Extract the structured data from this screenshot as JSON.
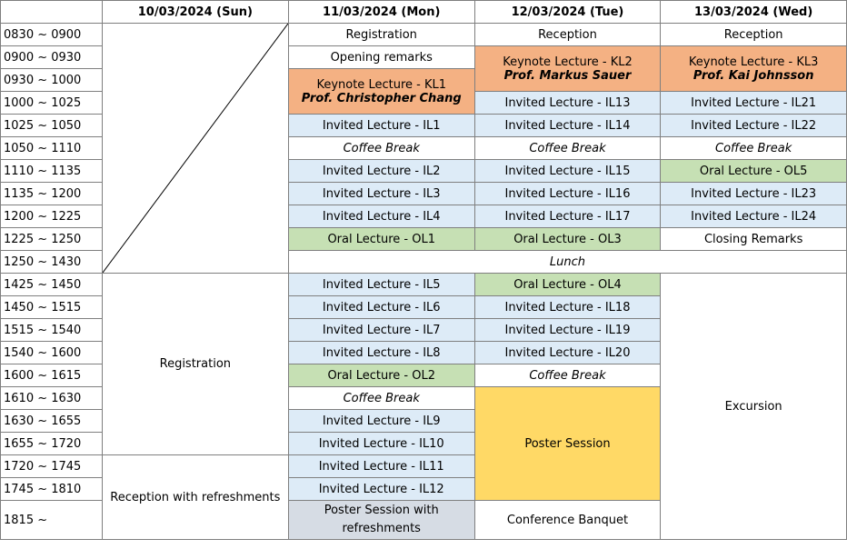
{
  "headers": [
    "",
    "10/03/2024 (Sun)",
    "11/03/2024 (Mon)",
    "12/03/2024 (Tue)",
    "13/03/2024 (Wed)"
  ],
  "times": [
    "0830 ~ 0900",
    "0900 ~ 0930",
    "0930 ~ 1000",
    "1000 ~ 1025",
    "1025 ~ 1050",
    "1050 ~ 1110",
    "1110 ~ 1135",
    "1135 ~ 1200",
    "1200 ~ 1225",
    "1225 ~ 1250",
    "1250 ~ 1430",
    "1425 ~ 1450",
    "1450 ~ 1515",
    "1515 ~ 1540",
    "1540 ~ 1600",
    "1600 ~ 1615",
    "1610 ~ 1630",
    "1630 ~ 1655",
    "1655 ~ 1720",
    "1720 ~ 1745",
    "1745 ~ 1810",
    "1815 ~"
  ],
  "sun": {
    "registration": "Registration",
    "reception": "Reception with refreshments"
  },
  "mon": {
    "registration": "Registration",
    "opening": "Opening remarks",
    "kl1": "Keynote Lecture - KL1",
    "kl1_prof": "Prof. Christopher Chang",
    "il1": "Invited Lecture - IL1",
    "coffee1": "Coffee Break",
    "il2": "Invited Lecture - IL2",
    "il3": "Invited Lecture - IL3",
    "il4": "Invited Lecture - IL4",
    "ol1": "Oral Lecture - OL1",
    "il5": "Invited Lecture - IL5",
    "il6": "Invited Lecture - IL6",
    "il7": "Invited Lecture - IL7",
    "il8": "Invited Lecture - IL8",
    "ol2": "Oral Lecture - OL2",
    "coffee2": "Coffee Break",
    "il9": "Invited Lecture - IL9",
    "il10": "Invited Lecture - IL10",
    "il11": "Invited Lecture - IL11",
    "il12": "Invited Lecture - IL12",
    "poster": "Poster Session with refreshments"
  },
  "tue": {
    "reception": "Reception",
    "kl2": "Keynote Lecture - KL2",
    "kl2_prof": "Prof. Markus Sauer",
    "il13": "Invited Lecture - IL13",
    "il14": "Invited Lecture - IL14",
    "coffee1": "Coffee Break",
    "il15": "Invited Lecture - IL15",
    "il16": "Invited Lecture - IL16",
    "il17": "Invited Lecture - IL17",
    "ol3": "Oral Lecture - OL3",
    "ol4": "Oral Lecture - OL4",
    "il18": "Invited Lecture - IL18",
    "il19": "Invited Lecture - IL19",
    "il20": "Invited Lecture - IL20",
    "coffee2": "Coffee Break",
    "poster": "Poster Session",
    "banquet": "Conference Banquet"
  },
  "wed": {
    "reception": "Reception",
    "kl3": "Keynote Lecture - KL3",
    "kl3_prof": "Prof.  Kai Johnsson",
    "il21": "Invited Lecture - IL21",
    "il22": "Invited Lecture - IL22",
    "coffee1": "Coffee Break",
    "ol5": "Oral Lecture - OL5",
    "il23": "Invited Lecture - IL23",
    "il24": "Invited Lecture - IL24",
    "closing": "Closing Remarks",
    "excursion": "Excursion"
  },
  "lunch": "Lunch",
  "colors": {
    "keynote": "#f4b183",
    "invited": "#ddebf7",
    "oral": "#c6e0b4",
    "poster": "#ffd966",
    "poster_refreshments": "#d6dce4"
  }
}
